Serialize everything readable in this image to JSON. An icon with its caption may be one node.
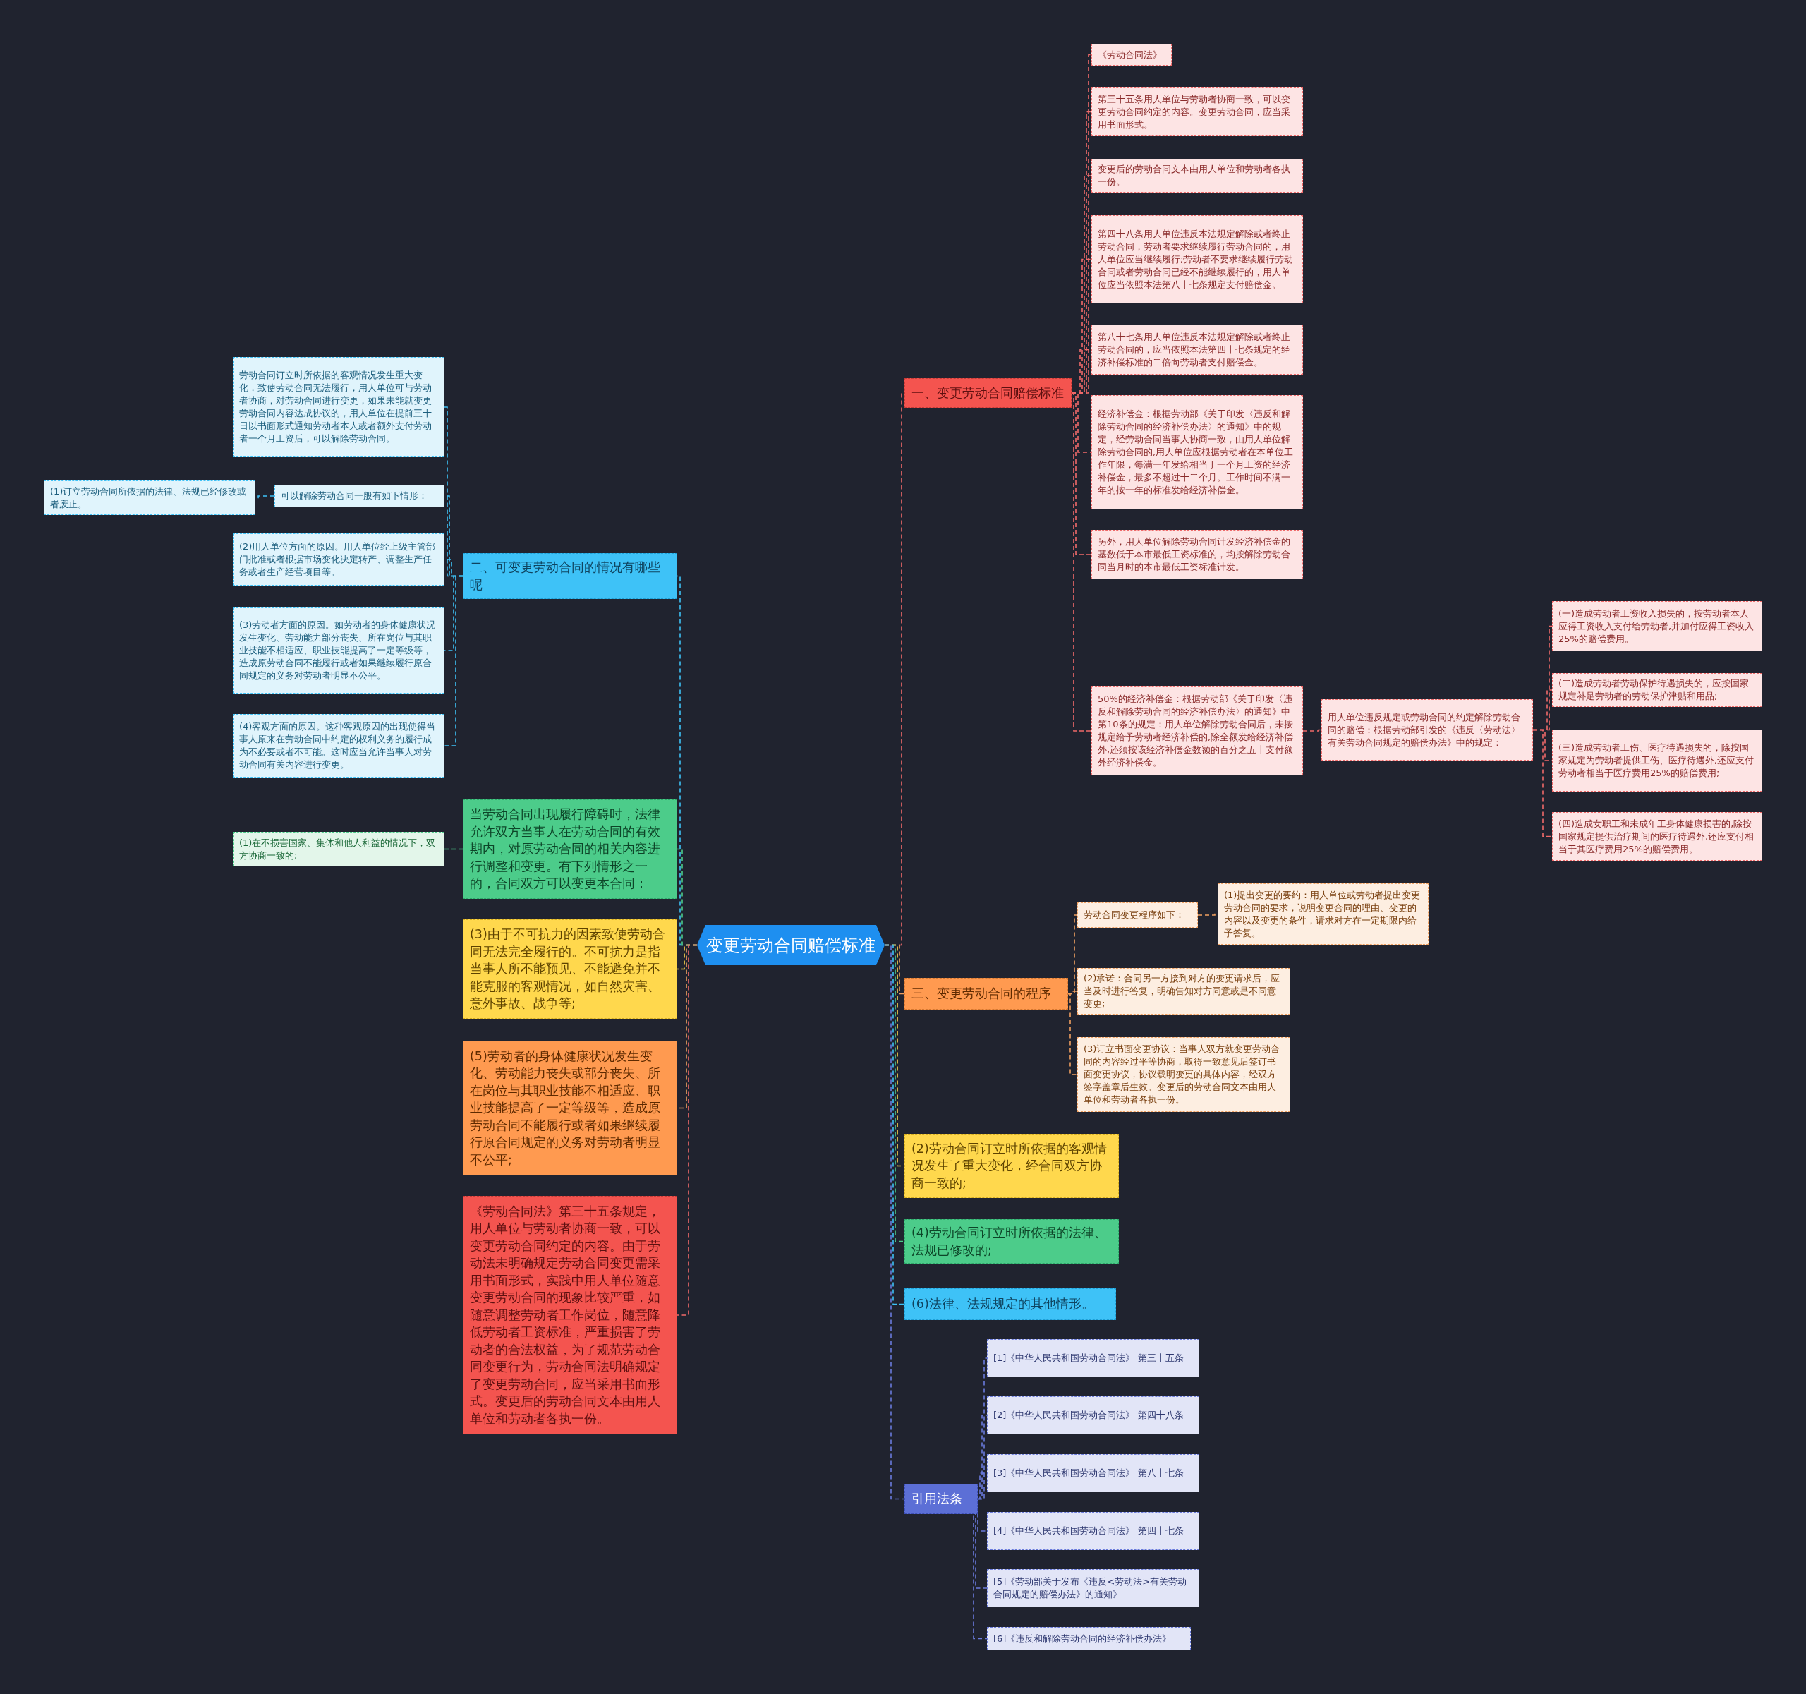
{
  "diagram": {
    "nodes": [
      {
        "text": [
          "变更劳动合同赔偿标准"
        ]
      },
      {
        "text": [
          "一、变更劳动合同赔偿标准"
        ]
      },
      {
        "text": [
          "《劳动合同法》"
        ]
      },
      {
        "text": [
          "第三十五条用人单位与劳动者协商一致，可以变更劳动合同约定的内容。变更劳动合同，应当采用书面形式。"
        ]
      },
      {
        "text": [
          "变更后的劳动合同文本由用人单位和劳动者各执一份。"
        ]
      },
      {
        "text": [
          "第四十八条用人单位违反本法规定解除或者终止劳动合同，劳动者要求继续履行劳动合同的，用人单位应当继续履行;劳动者不要求继续履行劳动合同或者劳动合同已经不能继续履行的，用人单位应当依照本法第八十七条规定支付赔偿金。"
        ]
      },
      {
        "text": [
          "第八十七条用人单位违反本法规定解除或者终止劳动合同的，应当依照本法第四十七条规定的经济补偿标准的二倍向劳动者支付赔偿金。"
        ]
      },
      {
        "text": [
          "经济补偿金：根据劳动部《关于印发〈违反和解除劳动合同的经济补偿办法〉的通知》中的规定，经劳动合同当事人协商一致，由用人单位解除劳动合同的,用人单位应根据劳动者在本单位工作年限，每满一年发给相当于一个月工资的经济补偿金，最多不超过十二个月。工作时间不满一年的按一年的标准发给经济补偿金。"
        ]
      },
      {
        "text": [
          "另外，用人单位解除劳动合同计发经济补偿金的基数低于本市最低工资标准的，均按解除劳动合同当月时的本市最低工资标准计发。"
        ]
      },
      {
        "text": [
          "50%的经济补偿金：根据劳动部《关于印发〈违反和解除劳动合同的经济补偿办法〉的通知》中第10条的规定：用人单位解除劳动合同后，未按规定给予劳动者经济补偿的,除全额发给经济补偿外,还须按该经济补偿金数额的百分之五十支付额外经济补偿金。"
        ]
      },
      {
        "text": [
          "用人单位违反规定或劳动合同的约定解除劳动合同的赔偿：根据劳动部引发的《违反〈劳动法〉有关劳动合同规定的赔偿办法》中的规定："
        ]
      },
      {
        "text": [
          "(一)造成劳动者工资收入损失的，按劳动者本人应得工资收入支付给劳动者,并加付应得工资收入25%的赔偿费用。"
        ]
      },
      {
        "text": [
          "(二)造成劳动者劳动保护待遇损失的，应按国家规定补足劳动者的劳动保护津贴和用品;"
        ]
      },
      {
        "text": [
          "(三)造成劳动者工伤、医疗待遇损失的，除按国家规定为劳动者提供工伤、医疗待遇外,还应支付劳动者相当于医疗费用25%的赔偿费用;"
        ]
      },
      {
        "text": [
          "(四)造成女职工和未成年工身体健康损害的,除按国家规定提供治疗期间的医疗待遇外,还应支付相当于其医疗费用25%的赔偿费用。"
        ]
      },
      {
        "text": [
          "三、变更劳动合同的程序"
        ]
      },
      {
        "text": [
          "劳动合同变更程序如下："
        ]
      },
      {
        "text": [
          "(1)提出变更的要约：用人单位或劳动者提出变更劳动合同的要求，说明变更合同的理由、变更的内容以及变更的条件，请求对方在一定期限内给予答复。"
        ]
      },
      {
        "text": [
          "(2)承诺：合同另一方接到对方的变更请求后，应当及时进行答复，明确告知对方同意或是不同意变更;"
        ]
      },
      {
        "text": [
          "(3)订立书面变更协议：当事人双方就变更劳动合同的内容经过平等协商，取得一致意见后签订书面变更协议，协议载明变更的具体内容，经双方签字盖章后生效。变更后的劳动合同文本由用人单位和劳动者各执一份。"
        ]
      },
      {
        "text": [
          "(2)劳动合同订立时所依据的客观情况发生了重大变化，经合同双方协商一致的;"
        ]
      },
      {
        "text": [
          "(4)劳动合同订立时所依据的法律、法规已修改的;"
        ]
      },
      {
        "text": [
          "(6)法律、法规规定的其他情形。"
        ]
      },
      {
        "text": [
          "引用法条"
        ]
      },
      {
        "text": [
          "[1]《中华人民共和国劳动合同法》 第三十五条"
        ]
      },
      {
        "text": [
          "[2]《中华人民共和国劳动合同法》 第四十八条"
        ]
      },
      {
        "text": [
          "[3]《中华人民共和国劳动合同法》 第八十七条"
        ]
      },
      {
        "text": [
          "[4]《中华人民共和国劳动合同法》 第四十七条"
        ]
      },
      {
        "text": [
          "[5]《劳动部关于发布《违反<劳动法>有关劳动合同规定的赔偿办法》的通知》"
        ]
      },
      {
        "text": [
          "[6]《违反和解除劳动合同的经济补偿办法》"
        ]
      },
      {
        "text": [
          "二、可变更劳动合同的情况有哪些呢"
        ]
      },
      {
        "text": [
          "劳动合同订立时所依据的客观情况发生重大变化，致使劳动合同无法履行，用人单位可与劳动者协商，对劳动合同进行变更，如果未能就变更劳动合同内容达成协议的，用人单位在提前三十日以书面形式通知劳动者本人或者额外支付劳动者一个月工资后，可以解除劳动合同。"
        ]
      },
      {
        "text": [
          "可以解除劳动合同一般有如下情形："
        ]
      },
      {
        "text": [
          "(1)订立劳动合同所依据的法律、法规已经修改或者废止。"
        ]
      },
      {
        "text": [
          "(2)用人单位方面的原因。用人单位经上级主管部门批准或者根据市场变化决定转产、调整生产任务或者生产经营项目等。"
        ]
      },
      {
        "text": [
          "(3)劳动者方面的原因。如劳动者的身体健康状况发生变化、劳动能力部分丧失、所在岗位与其职业技能不相适应、职业技能提高了一定等级等，造成原劳动合同不能履行或者如果继续履行原合同规定的义务对劳动者明显不公平。"
        ]
      },
      {
        "text": [
          "(4)客观方面的原因。这种客观原因的出现使得当事人原来在劳动合同中约定的权利义务的履行成为不必要或者不可能。这时应当允许当事人对劳动合同有关内容进行变更。"
        ]
      },
      {
        "text": [
          "当劳动合同出现履行障碍时，法律允许双方当事人在劳动合同的有效期内，对原劳动合同的相关内容进行调整和变更。有下列情形之一的，合同双方可以变更本合同："
        ]
      },
      {
        "text": [
          "(1)在不损害国家、集体和他人利益的情况下，双方协商一致的;"
        ]
      },
      {
        "text": [
          "(3)由于不可抗力的因素致使劳动合同无法完全履行的。不可抗力是指当事人所不能预见、不能避免并不能克服的客观情况，如自然灾害、意外事故、战争等;"
        ]
      },
      {
        "text": [
          "(5)劳动者的身体健康状况发生变化、劳动能力丧失或部分丧失、所在岗位与其职业技能不相适应、职业技能提高了一定等级等，造成原劳动合同不能履行或者如果继续履行原合同规定的义务对劳动者明显不公平;"
        ]
      },
      {
        "text": [
          "《劳动合同法》第三十五条规定，用人单位与劳动者协商一致，可以变更劳动合同约定的内容。由于劳动法未明确规定劳动合同变更需采用书面形式，实践中用人单位随意变更劳动合同的现象比较严重，如随意调整劳动者工作岗位，随意降低劳动者工资标准，严重损害了劳动者的合法权益，为了规范劳动合同变更行为，劳动合同法明确规定了变更劳动合同，应当采用书面形式。变更后的劳动合同文本由用人单位和劳动者各执一份。"
        ]
      }
    ],
    "edges": [
      {
        "from": 0,
        "to": 1,
        "arrow": "none",
        "style": "dashed",
        "color": "#f06a6a"
      },
      {
        "from": 1,
        "to": 2,
        "arrow": "none",
        "style": "dashed",
        "color": "#f06a6a"
      },
      {
        "from": 1,
        "to": 3,
        "arrow": "none",
        "style": "dashed",
        "color": "#f06a6a"
      },
      {
        "from": 1,
        "to": 4,
        "arrow": "none",
        "style": "dashed",
        "color": "#f06a6a"
      },
      {
        "from": 1,
        "to": 5,
        "arrow": "none",
        "style": "dashed",
        "color": "#f06a6a"
      },
      {
        "from": 1,
        "to": 6,
        "arrow": "none",
        "style": "dashed",
        "color": "#f06a6a"
      },
      {
        "from": 1,
        "to": 7,
        "arrow": "none",
        "style": "dashed",
        "color": "#f06a6a"
      },
      {
        "from": 1,
        "to": 8,
        "arrow": "none",
        "style": "dashed",
        "color": "#f06a6a"
      },
      {
        "from": 1,
        "to": 9,
        "arrow": "none",
        "style": "dashed",
        "color": "#f06a6a"
      },
      {
        "from": 9,
        "to": 10,
        "arrow": "none",
        "style": "dashed",
        "color": "#f06a6a"
      },
      {
        "from": 10,
        "to": 11,
        "arrow": "none",
        "style": "dashed",
        "color": "#f06a6a"
      },
      {
        "from": 10,
        "to": 12,
        "arrow": "none",
        "style": "dashed",
        "color": "#f06a6a"
      },
      {
        "from": 10,
        "to": 13,
        "arrow": "none",
        "style": "dashed",
        "color": "#f06a6a"
      },
      {
        "from": 10,
        "to": 14,
        "arrow": "none",
        "style": "dashed",
        "color": "#f06a6a"
      },
      {
        "from": 0,
        "to": 15,
        "arrow": "none",
        "style": "dashed",
        "color": "#f0a060"
      },
      {
        "from": 15,
        "to": 16,
        "arrow": "none",
        "style": "dashed",
        "color": "#f0a060"
      },
      {
        "from": 16,
        "to": 17,
        "arrow": "none",
        "style": "dashed",
        "color": "#f0a060"
      },
      {
        "from": 15,
        "to": 18,
        "arrow": "none",
        "style": "dashed",
        "color": "#f0a060"
      },
      {
        "from": 15,
        "to": 19,
        "arrow": "none",
        "style": "dashed",
        "color": "#f0a060"
      },
      {
        "from": 0,
        "to": 20,
        "arrow": "none",
        "style": "dashed",
        "color": "#ffd84d"
      },
      {
        "from": 0,
        "to": 21,
        "arrow": "none",
        "style": "dashed",
        "color": "#4ccc8a"
      },
      {
        "from": 0,
        "to": 22,
        "arrow": "none",
        "style": "dashed",
        "color": "#3ec2f7"
      },
      {
        "from": 0,
        "to": 23,
        "arrow": "none",
        "style": "dashed",
        "color": "#6a7bdc"
      },
      {
        "from": 23,
        "to": 24,
        "arrow": "none",
        "style": "dashed",
        "color": "#6a7bdc"
      },
      {
        "from": 23,
        "to": 25,
        "arrow": "none",
        "style": "dashed",
        "color": "#6a7bdc"
      },
      {
        "from": 23,
        "to": 26,
        "arrow": "none",
        "style": "dashed",
        "color": "#6a7bdc"
      },
      {
        "from": 23,
        "to": 27,
        "arrow": "none",
        "style": "dashed",
        "color": "#6a7bdc"
      },
      {
        "from": 23,
        "to": 28,
        "arrow": "none",
        "style": "dashed",
        "color": "#6a7bdc"
      },
      {
        "from": 23,
        "to": 29,
        "arrow": "none",
        "style": "dashed",
        "color": "#6a7bdc"
      },
      {
        "from": 0,
        "to": 30,
        "arrow": "none",
        "style": "dashed",
        "color": "#3ec2f7"
      },
      {
        "from": 30,
        "to": 31,
        "arrow": "none",
        "style": "dashed",
        "color": "#3ec2f7"
      },
      {
        "from": 30,
        "to": 32,
        "arrow": "none",
        "style": "dashed",
        "color": "#3ec2f7"
      },
      {
        "from": 32,
        "to": 33,
        "arrow": "none",
        "style": "dashed",
        "color": "#3ec2f7"
      },
      {
        "from": 30,
        "to": 34,
        "arrow": "none",
        "style": "dashed",
        "color": "#3ec2f7"
      },
      {
        "from": 30,
        "to": 35,
        "arrow": "none",
        "style": "dashed",
        "color": "#3ec2f7"
      },
      {
        "from": 30,
        "to": 36,
        "arrow": "none",
        "style": "dashed",
        "color": "#3ec2f7"
      },
      {
        "from": 0,
        "to": 37,
        "arrow": "none",
        "style": "dashed",
        "color": "#4ccc8a"
      },
      {
        "from": 37,
        "to": 38,
        "arrow": "none",
        "style": "dashed",
        "color": "#4ccc8a"
      },
      {
        "from": 0,
        "to": 39,
        "arrow": "none",
        "style": "dashed",
        "color": "#ffd84d"
      },
      {
        "from": 0,
        "to": 40,
        "arrow": "none",
        "style": "dashed",
        "color": "#f0a060"
      },
      {
        "from": 0,
        "to": 41,
        "arrow": "none",
        "style": "dashed",
        "color": "#f06a6a"
      }
    ]
  }
}
